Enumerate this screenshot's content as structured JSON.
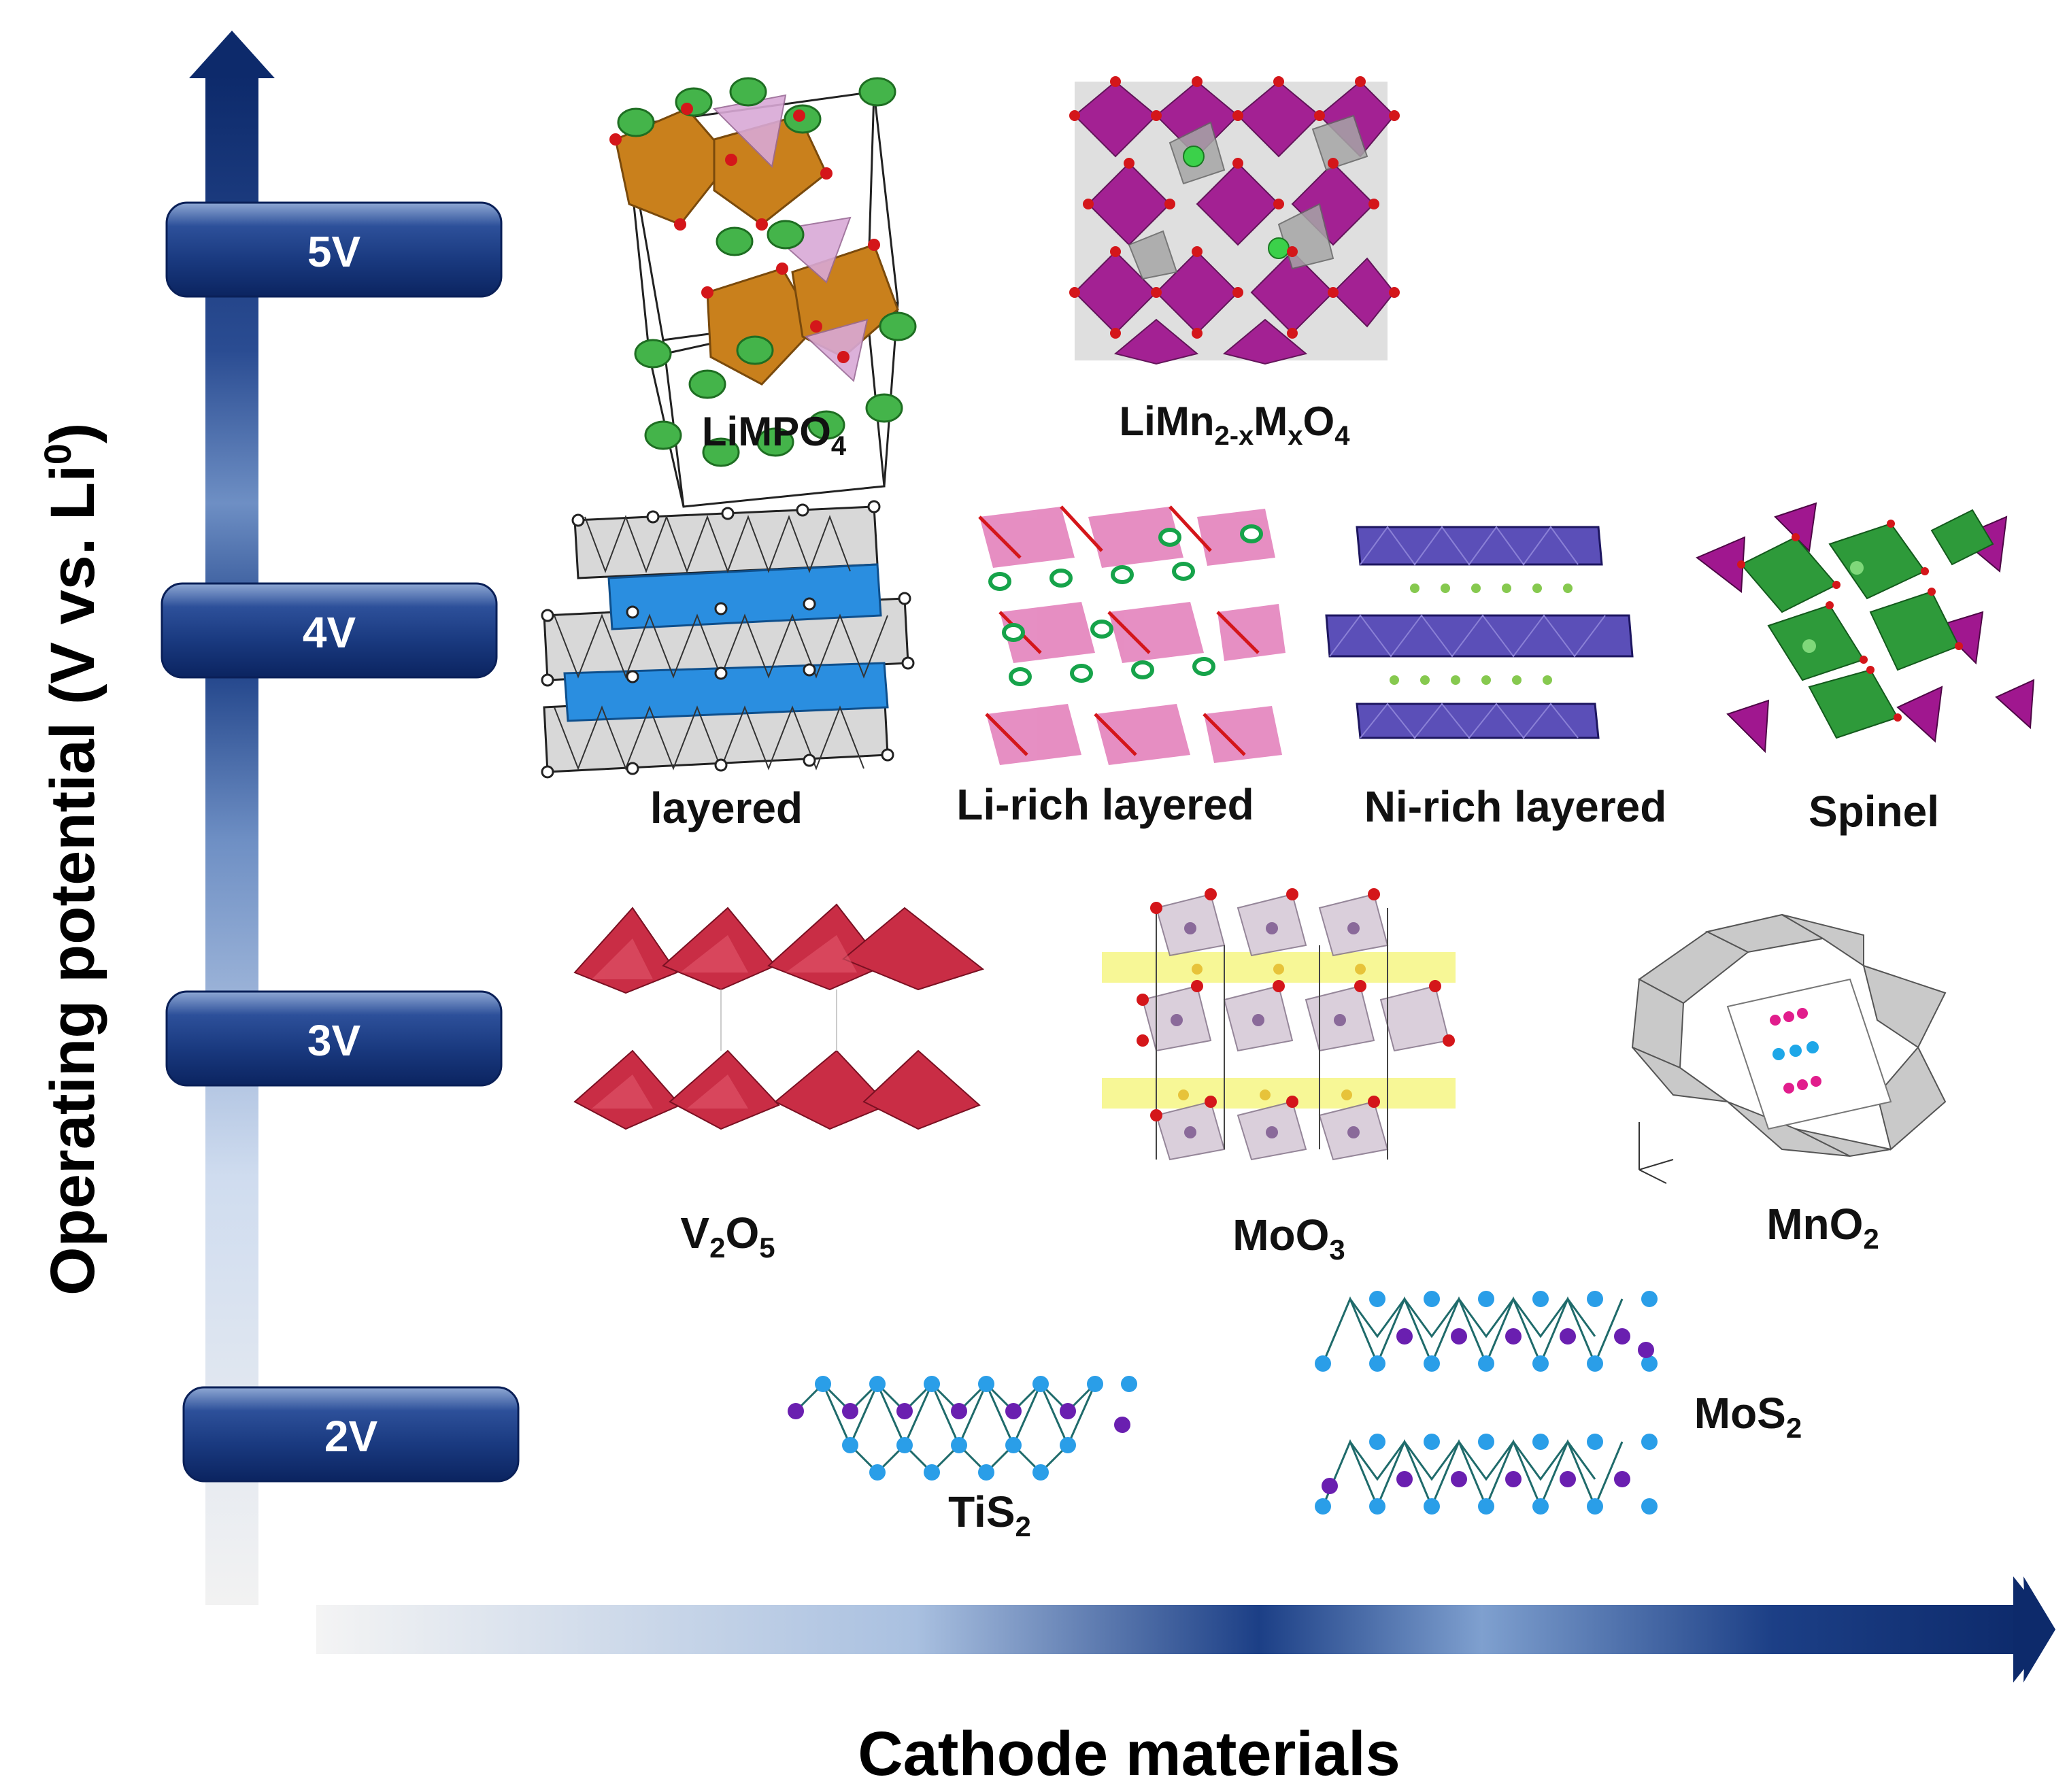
{
  "axes": {
    "y_title": "Operating potential (V vs. Li",
    "y_title_sup": "0",
    "y_title_close": ")",
    "x_title": "Cathode materials"
  },
  "levels": [
    "5V",
    "4V",
    "3V",
    "2V"
  ],
  "materials": {
    "limpo4": {
      "base": "LiMPO",
      "sub": "4"
    },
    "limn": {
      "p1": "LiMn",
      "s1": "2-x",
      "p2": "M",
      "s2": "x",
      "p3": "O",
      "s3": "4"
    },
    "layered": "layered",
    "li_rich": "Li-rich layered",
    "ni_rich": "Ni-rich layered",
    "spinel": "Spinel",
    "v2o5": {
      "p1": "V",
      "s1": "2",
      "p2": "O",
      "s2": "5"
    },
    "moo3": {
      "base": "MoO",
      "sub": "3"
    },
    "mno2": {
      "base": "MnO",
      "sub": "2"
    },
    "tis2": {
      "base": "TiS",
      "sub": "2"
    },
    "mos2": {
      "base": "MoS",
      "sub": "2"
    }
  },
  "colors": {
    "axis_dark": "#0d2a6b",
    "pill": "#1b3d86",
    "orange": "#c9801c",
    "green": "#44b44a",
    "red_o": "#d4161a",
    "magenta": "#a0178f",
    "gray": "#b8b8b8",
    "blue_layer": "#2a8ee0",
    "violet": "#5b4fb8",
    "crimson": "#c92d45",
    "sphere_blue": "#2a9ee8",
    "sphere_purple": "#6a1fb0"
  }
}
